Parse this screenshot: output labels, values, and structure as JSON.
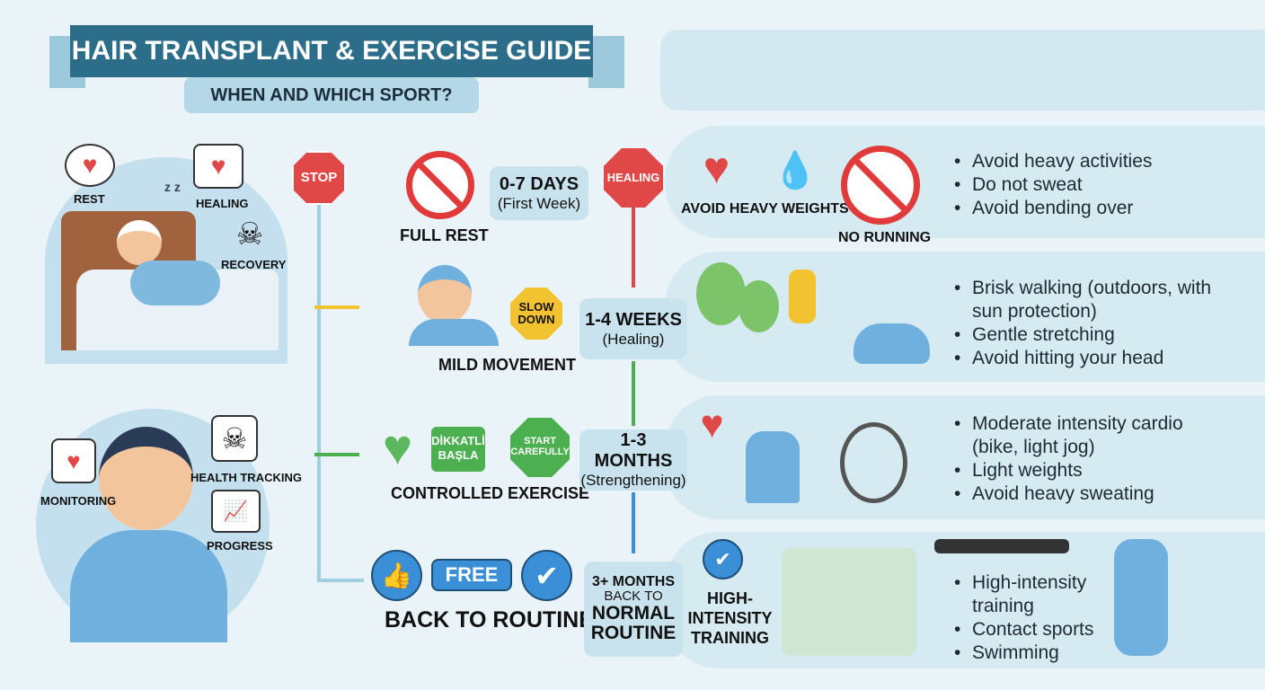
{
  "header": {
    "title": "HAIR TRANSPLANT & EXERCISE GUIDE",
    "subtitle": "WHEN AND WHICH SPORT?"
  },
  "left_top": {
    "labels": [
      "REST",
      "HEALING",
      "RECOVERY"
    ],
    "sleep": "z z"
  },
  "left_bottom": {
    "labels": [
      "MONITORING",
      "HEALTH TRACKING",
      "PROGRESS"
    ]
  },
  "stop_sign": "STOP",
  "healing_sign": "HEALING",
  "colors": {
    "red": "#e04848",
    "yellow": "#f2c230",
    "green": "#4caf50",
    "blue": "#3a8fd6",
    "banner": "#2c6e8a"
  },
  "stages": [
    {
      "activity": "FULL REST",
      "period": "0-7 DAYS",
      "period_sub": "(First Week)",
      "tags": [
        "AVOID HEAVY WEIGHTS",
        "NO RUNNING"
      ],
      "bullets": [
        "Avoid heavy activities",
        "Do not sweat",
        "Avoid bending over"
      ]
    },
    {
      "activity": "MILD MOVEMENT",
      "sign": "SLOW DOWN",
      "period": "1-4 WEEKS",
      "period_sub": "(Healing)",
      "bullets": [
        "Brisk walking (outdoors, with sun protection)",
        "Gentle stretching",
        "Avoid hitting your head"
      ]
    },
    {
      "activity": "CONTROLLED EXERCISE",
      "badge": "DİKKATLİ BAŞLA",
      "sign": "START CAREFULLY",
      "period": "1-3 MONTHS",
      "period_sub": "(Strengthening)",
      "bullets": [
        "Moderate intensity cardio (bike, light jog)",
        "Light weights",
        "Avoid heavy sweating"
      ]
    },
    {
      "activity": "BACK TO ROUTINE",
      "badge": "FREE",
      "period": "3+ MONTHS",
      "period_sub": "BACK TO",
      "period_main": "NORMAL ROUTINE",
      "tag": "HIGH-INTENSITY TRAINING",
      "bullets": [
        "High-intensity training",
        "Contact sports",
        "Swimming"
      ]
    }
  ]
}
